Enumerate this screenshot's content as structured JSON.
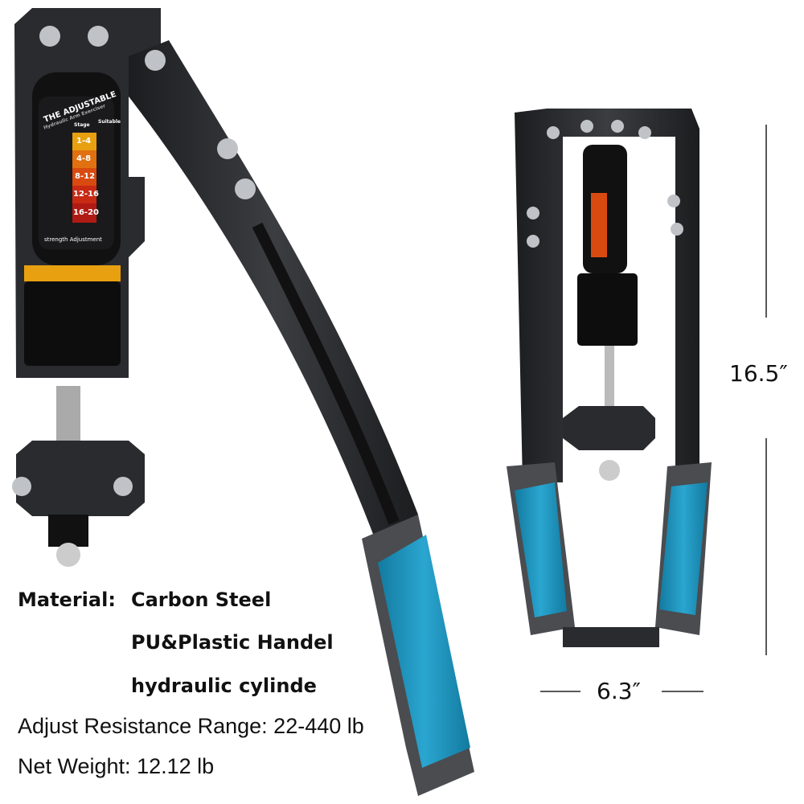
{
  "cylinder_label": {
    "title": "THE ADJUSTABLE",
    "subtitle": "Hydraulic Arm Exerciser",
    "column_headers": [
      "Stage",
      "Suitable"
    ],
    "stages": [
      "1-4",
      "4-8",
      "8-12",
      "12-16",
      "16-20"
    ],
    "footer": "strength Adjustment"
  },
  "specs": {
    "material_label": "Material:",
    "materials": [
      "Carbon Steel",
      "PU&Plastic Handel",
      "hydraulic cylinde"
    ],
    "resistance": "Adjust Resistance Range: 22-440 lb",
    "weight": "Net Weight: 12.12 lb"
  },
  "dimensions": {
    "height": "16.5″",
    "width": "6.3″"
  },
  "colors": {
    "grip": "#1f8fb8",
    "frame": "#2b2d30",
    "stage_colors": [
      "#e8a010",
      "#e07010",
      "#d84a10",
      "#c82a14",
      "#b01a14"
    ]
  }
}
